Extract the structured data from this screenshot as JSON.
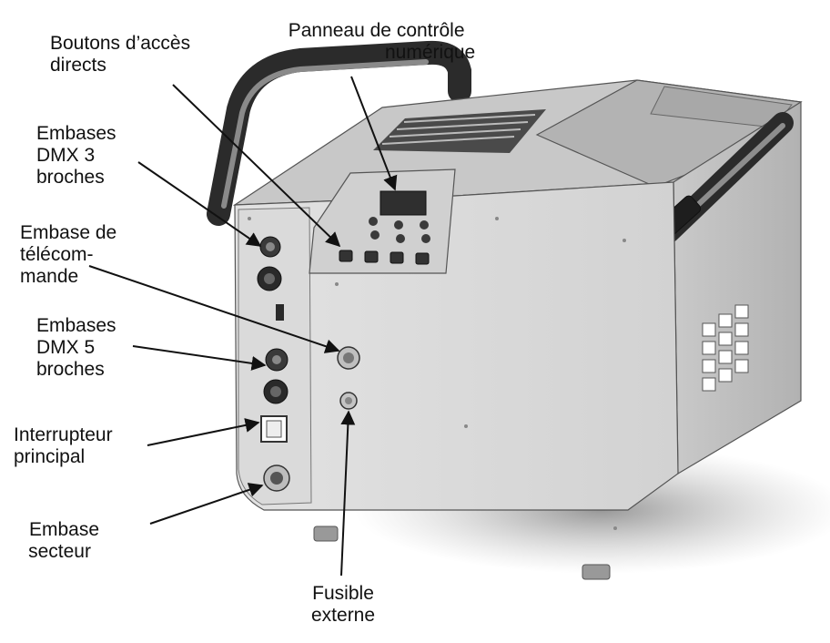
{
  "labels": {
    "boutons": [
      "Boutons d’accès",
      "directs"
    ],
    "panneau": [
      "Panneau de contrôle",
      "numérique"
    ],
    "dmx3": [
      "Embases",
      "DMX 3",
      "broches"
    ],
    "telecommande": [
      "Embase de",
      "télécom-",
      "mande"
    ],
    "dmx5": [
      "Embases",
      "DMX 5",
      "broches"
    ],
    "interrupteur": [
      "Interrupteur",
      "principal"
    ],
    "secteur": [
      "Embase",
      "secteur"
    ],
    "fusible": [
      "Fusible",
      "externe"
    ]
  },
  "colors": {
    "body": "#d4d4d4",
    "side": "#b9b9b9",
    "top": "#c6c6c6",
    "dark": "#3a3a3a",
    "shadow": "#9a9a9a",
    "text": "#111111"
  }
}
